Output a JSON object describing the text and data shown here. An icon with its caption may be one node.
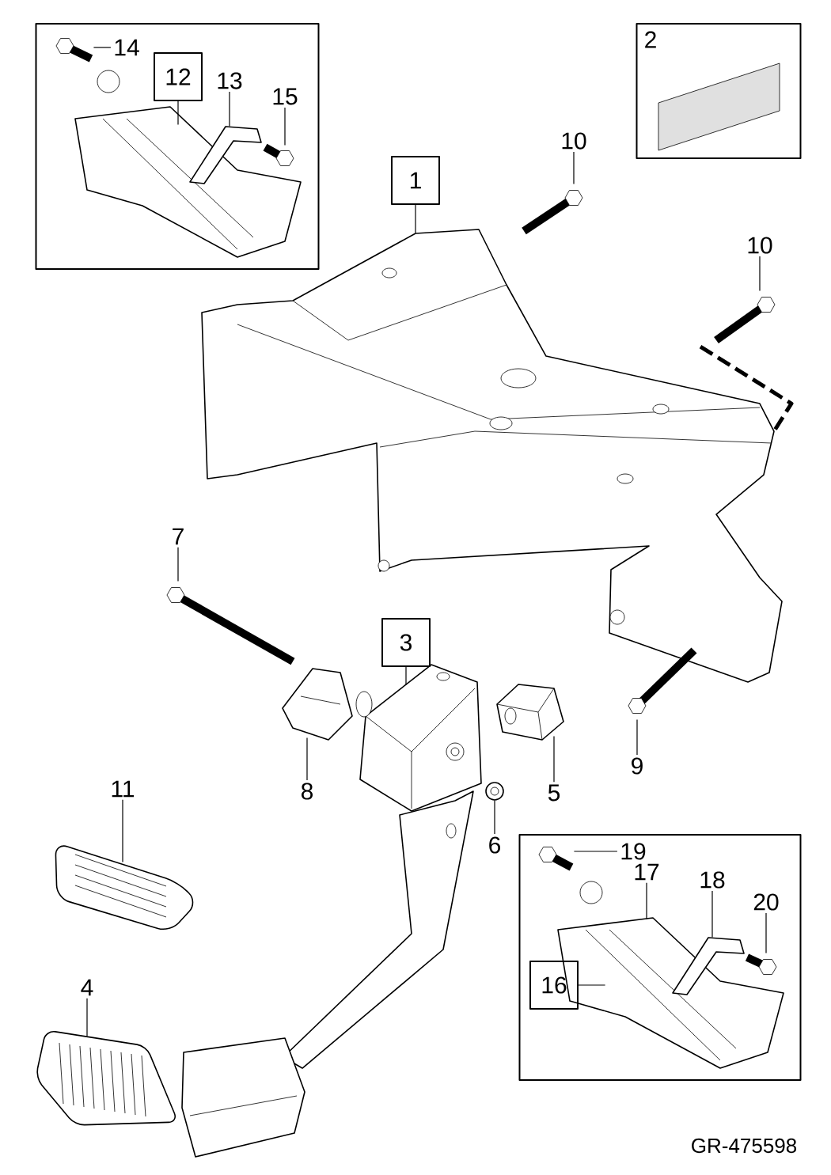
{
  "diagram": {
    "nodes": [
      {
        "text": [],
        "shape": "box"
      },
      {
        "text": [
          "14"
        ],
        "in": 0
      },
      {
        "text": [
          "12"
        ],
        "in": 0
      },
      {
        "text": [
          "13"
        ],
        "in": 0
      },
      {
        "text": [
          "15"
        ],
        "in": 0
      },
      {
        "text": [],
        "shape": "box"
      },
      {
        "text": [
          "2"
        ],
        "in": 5
      },
      {
        "text": [
          "10"
        ]
      },
      {
        "text": [
          "1"
        ]
      },
      {
        "text": [
          "10"
        ]
      },
      {
        "text": [
          "7"
        ]
      },
      {
        "text": [
          "3"
        ]
      },
      {
        "text": [
          "8"
        ]
      },
      {
        "text": [
          "5"
        ]
      },
      {
        "text": [
          "9"
        ]
      },
      {
        "text": [
          "6"
        ]
      },
      {
        "text": [
          "11"
        ]
      },
      {
        "text": [
          "4"
        ]
      },
      {
        "text": [],
        "shape": "box"
      },
      {
        "text": [
          "19"
        ],
        "in": 18
      },
      {
        "text": [
          "17"
        ],
        "in": 18
      },
      {
        "text": [
          "18"
        ],
        "in": 18
      },
      {
        "text": [
          "20"
        ],
        "in": 18
      },
      {
        "text": [
          "16"
        ],
        "in": 18
      },
      {
        "text": [],
        "shape": "picture",
        "in": 0
      },
      {
        "text": [],
        "shape": "picture",
        "in": 0
      },
      {
        "text": [],
        "shape": "picture",
        "in": 0
      },
      {
        "text": [],
        "shape": "picture",
        "in": 0
      },
      {
        "text": [],
        "shape": "picture"
      },
      {
        "text": [],
        "shape": "picture"
      },
      {
        "text": [],
        "shape": "picture"
      },
      {
        "text": [],
        "shape": "picture"
      },
      {
        "text": [],
        "shape": "picture"
      },
      {
        "text": [],
        "shape": "picture"
      },
      {
        "text": [],
        "shape": "picture"
      },
      {
        "text": [],
        "shape": "picture"
      },
      {
        "text": [],
        "shape": "picture"
      },
      {
        "text": [],
        "shape": "picture"
      },
      {
        "text": [],
        "shape": "picture"
      },
      {
        "text": [],
        "shape": "picture",
        "in": 18
      },
      {
        "text": [],
        "shape": "picture",
        "in": 18
      },
      {
        "text": [],
        "shape": "picture",
        "in": 18
      },
      {
        "text": [],
        "shape": "picture",
        "in": 18
      }
    ],
    "edges": [
      {
        "from": 1,
        "to": 24,
        "arrow": "none"
      },
      {
        "from": 2,
        "to": 25,
        "arrow": "none"
      },
      {
        "from": 3,
        "to": 26,
        "arrow": "none"
      },
      {
        "from": 4,
        "to": 27,
        "arrow": "none"
      },
      {
        "from": 7,
        "to": 28,
        "arrow": "none"
      },
      {
        "from": 8,
        "to": 29,
        "arrow": "none"
      },
      {
        "from": 9,
        "to": 30,
        "arrow": "none"
      },
      {
        "from": 10,
        "to": 31,
        "arrow": "none"
      },
      {
        "from": 11,
        "to": 32,
        "arrow": "none"
      },
      {
        "from": 12,
        "to": 33,
        "arrow": "none"
      },
      {
        "from": 13,
        "to": 34,
        "arrow": "none"
      },
      {
        "from": 14,
        "to": 35,
        "arrow": "none"
      },
      {
        "from": 15,
        "to": 36,
        "arrow": "none"
      },
      {
        "from": 16,
        "to": 37,
        "arrow": "none"
      },
      {
        "from": 17,
        "to": 38,
        "arrow": "none"
      },
      {
        "from": 19,
        "to": 39,
        "arrow": "none"
      },
      {
        "from": 20,
        "to": 40,
        "arrow": "none"
      },
      {
        "from": 21,
        "to": 41,
        "arrow": "none"
      },
      {
        "from": 22,
        "to": 42,
        "arrow": "none"
      },
      {
        "from": 23,
        "to": 40,
        "arrow": "none"
      }
    ],
    "labels": [
      "GR-475598"
    ]
  }
}
